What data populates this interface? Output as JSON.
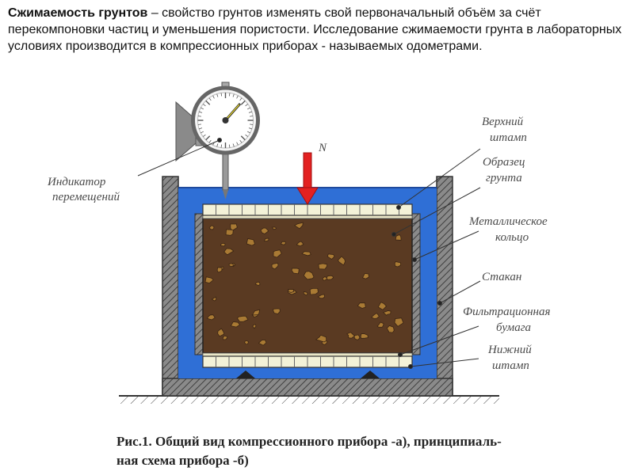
{
  "intro": {
    "term": "Сжимаемость грунтов",
    "text": " – свойство грунтов изменять свой первоначальный объём за счёт перекомпоновки частиц и уменьшения пористости. Исследование сжимаемости грунта в лабораторных условиях производится в компрессионных приборах - называемых одометрами."
  },
  "diagram": {
    "force_label": "N",
    "labels": {
      "indicator": [
        "Индикатор",
        "перемещений"
      ],
      "upper_stamp": [
        "Верхний",
        "штамп"
      ],
      "soil_sample": [
        "Образец",
        "грунта"
      ],
      "metal_ring": [
        "Металлическое",
        "кольцо"
      ],
      "cup": [
        "Стакан"
      ],
      "filter_paper": [
        "Фильтрационная",
        "бумага"
      ],
      "lower_stamp": [
        "Нижний",
        "штамп"
      ]
    },
    "colors": {
      "water": "#2f6fd6",
      "soil": "#5a3a22",
      "pebble": "#a97a34",
      "force_arrow": "#e32121",
      "stamp": "#f3f2d8",
      "wall_hatch": "#6b6b6b"
    }
  },
  "caption": {
    "line1": "Рис.1. Общий вид компрессионного прибора -а), принципиаль-",
    "line2": "ная схема  прибора -б)"
  }
}
